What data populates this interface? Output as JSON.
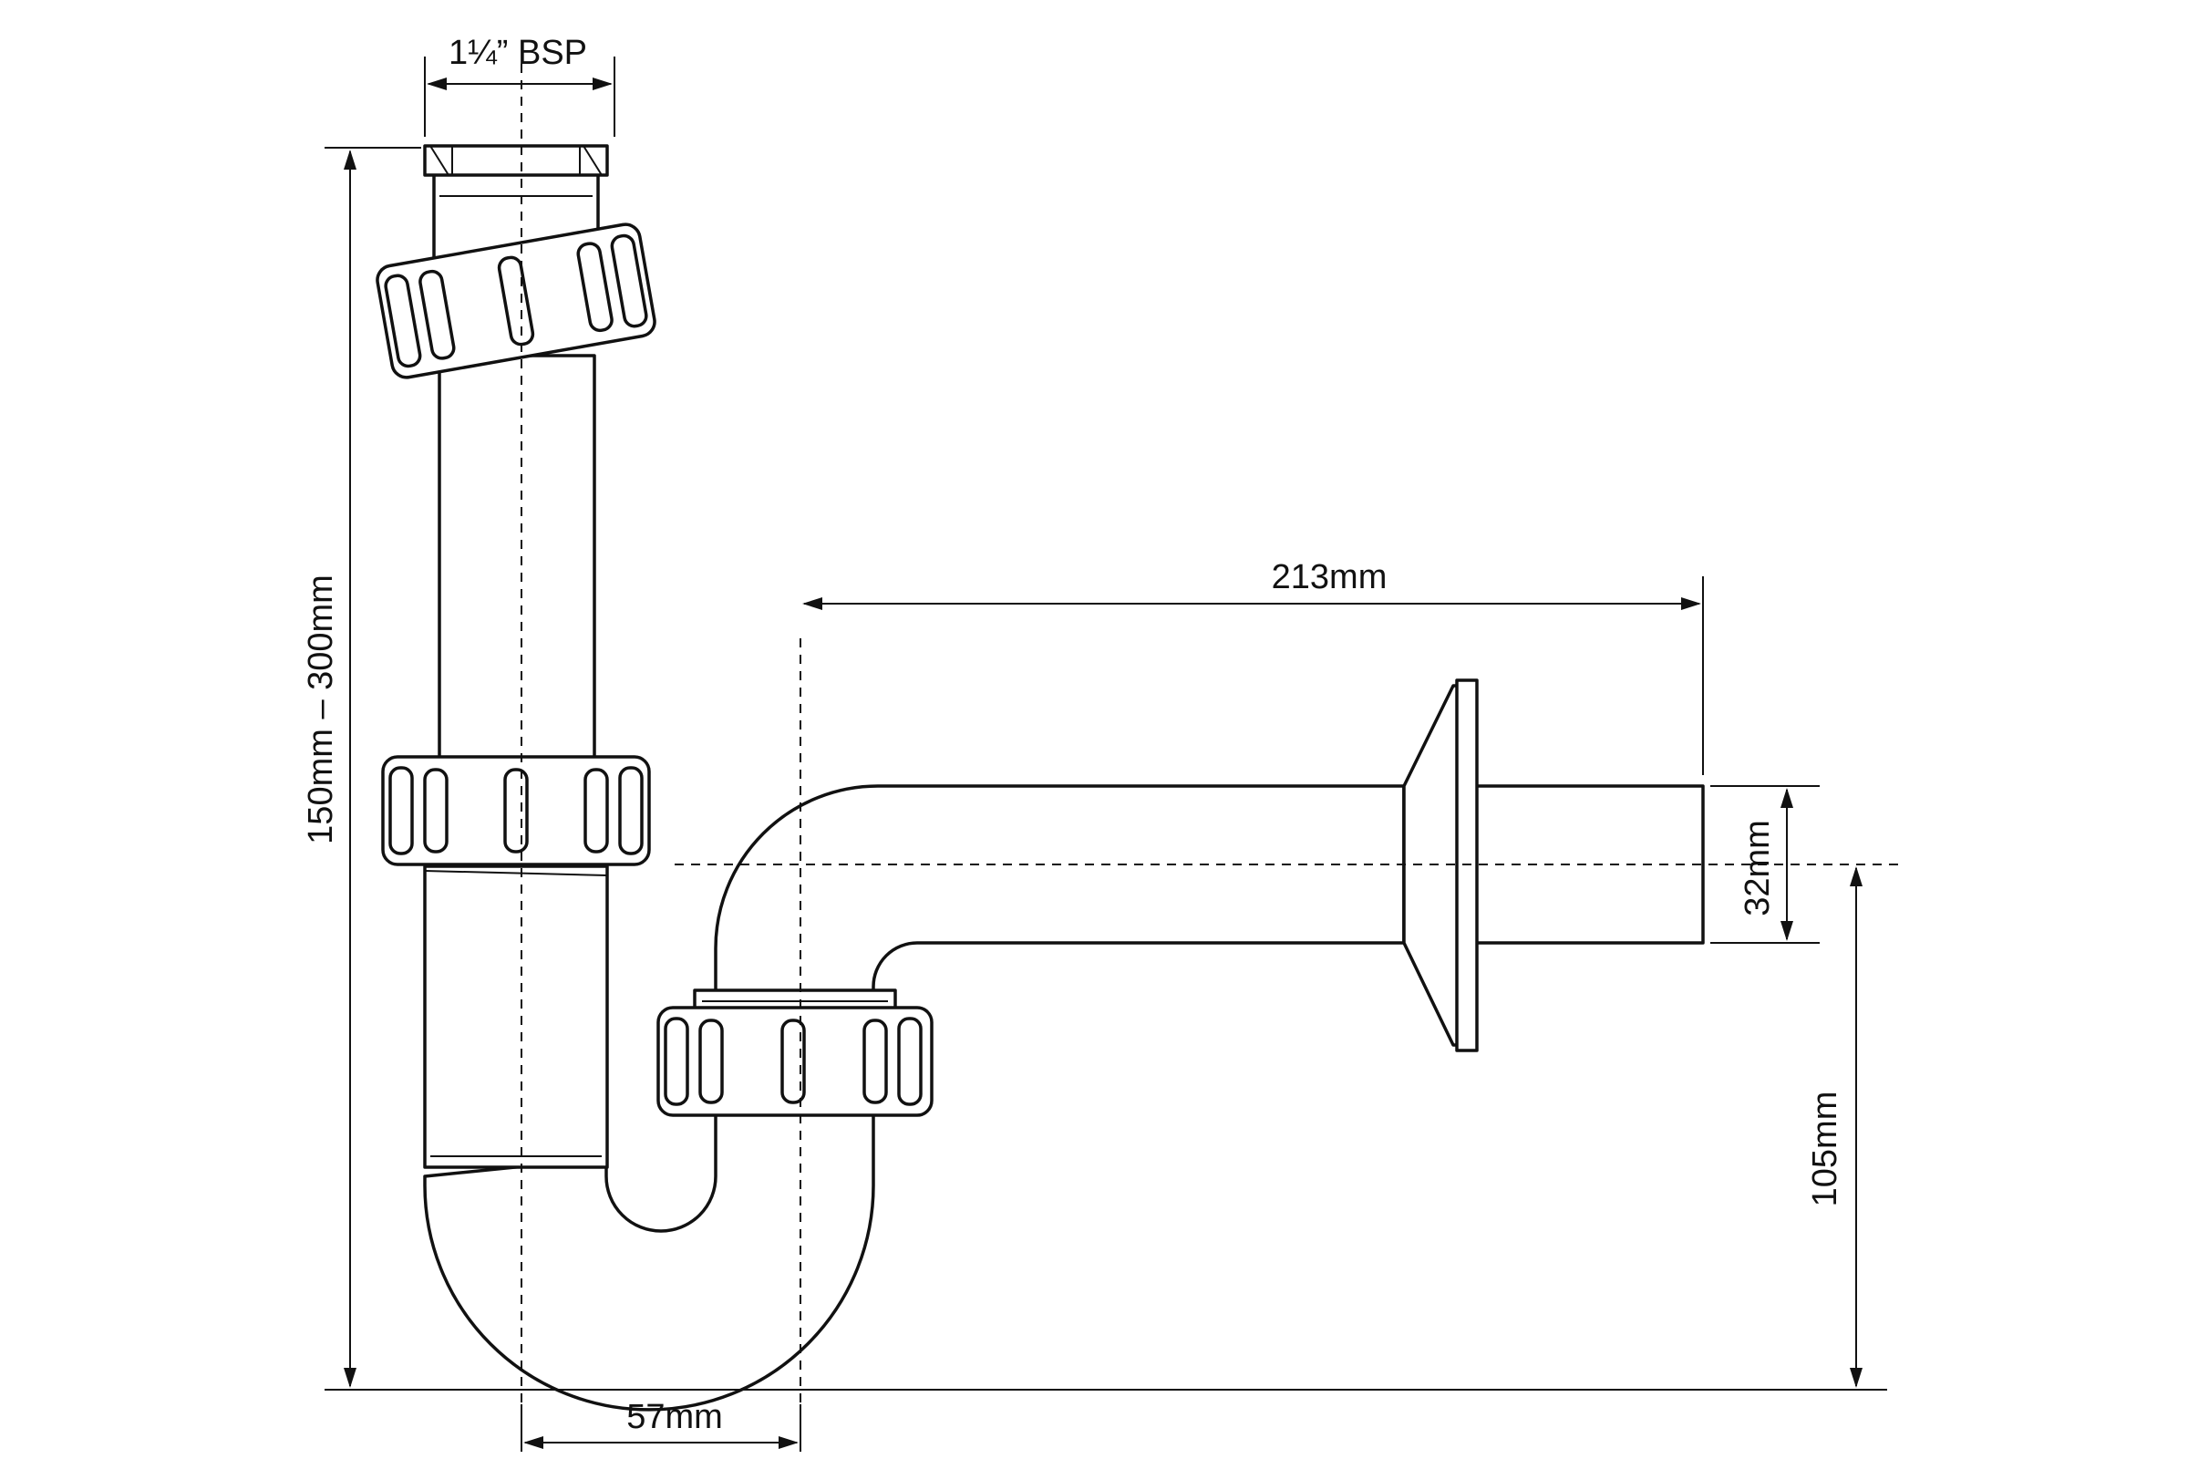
{
  "dimensions": {
    "thread": "1¼” BSP",
    "height": "150mm – 300mm",
    "length": "213mm",
    "diameter": "32mm",
    "outlet_height": "105mm",
    "offset": "57mm"
  },
  "colors": {
    "line": "#111111",
    "background": "#ffffff"
  }
}
